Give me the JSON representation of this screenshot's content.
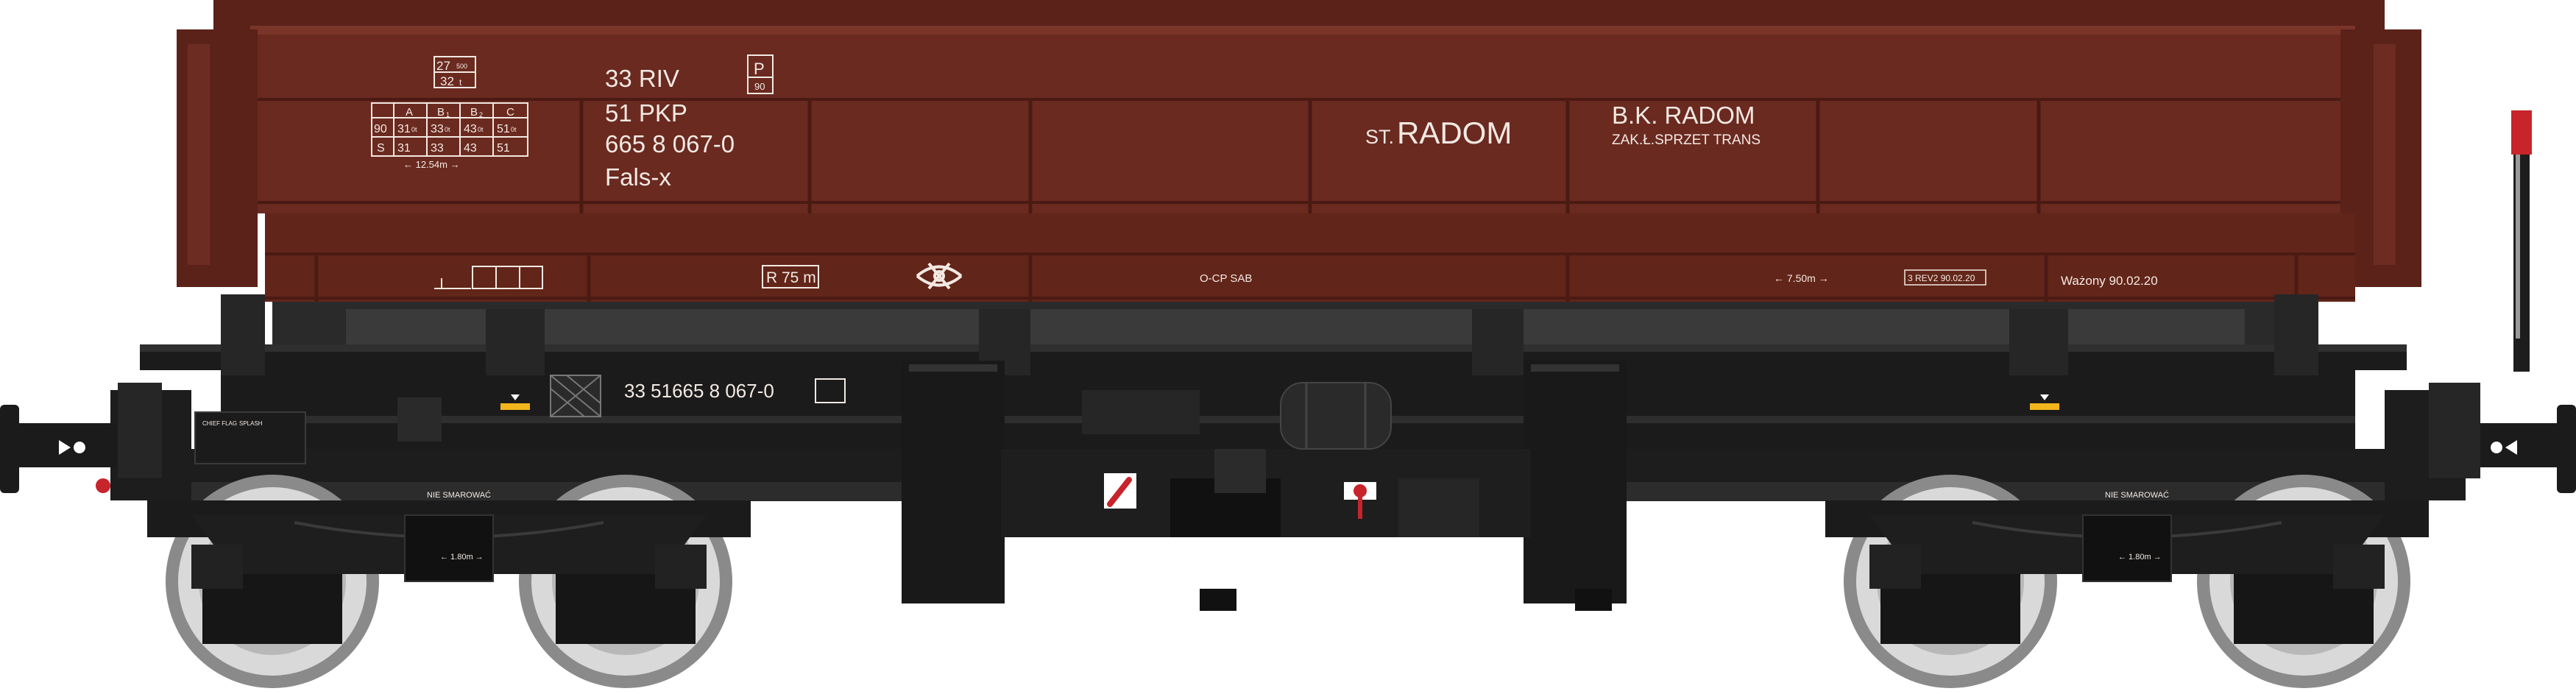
{
  "colors": {
    "body": "#6a2a20",
    "body_dark": "#4e1c15",
    "body_light": "#7d352a",
    "chassis": "#1b1b1b",
    "chassis_light": "#2e2e2e",
    "lettering": "#f3e9e3",
    "yellow_marker": "#f2b51c",
    "brake_red": "#c8242b"
  },
  "markings": {
    "load_table": {
      "top_1": "27",
      "top_1_sub": "500",
      "top_2": "32",
      "top_2_sub": "t",
      "cols": [
        "A",
        "B",
        "B",
        "C"
      ],
      "col_subs": [
        "",
        "1",
        "2",
        ""
      ],
      "row_labels": [
        "90",
        "S"
      ],
      "rows": [
        [
          "31",
          "33",
          "43",
          "51"
        ],
        [
          "31",
          "33",
          "43",
          "51"
        ]
      ],
      "unit": "0t",
      "length": "← 12.54m →"
    },
    "rid_box": {
      "letter": "P",
      "number": "90"
    },
    "ident": {
      "riv": "33 RIV",
      "pkp": "51 PKP",
      "number": "665 8 067-0",
      "type": "Fals-x"
    },
    "station": {
      "prefix": "ST.",
      "name": "RADOM"
    },
    "owner": {
      "line1": "B.K. RADOM",
      "line2": "ZAK.Ł.SPRZET TRANS"
    },
    "lower_band": {
      "radius": "R 75 m",
      "brake": "O-CP SAB",
      "distance": "← 7.50m →",
      "revision": "3 REV2 90.02.20",
      "weighed": "Ważony 90.02.20"
    },
    "frame_number": "33 51665 8 067-0",
    "bogie_label": "NIE SMAROWAĆ",
    "bogie_wheelbase": "← 1.80m →",
    "left_panel": [
      "CHIEF FLAG",
      "SPLASH"
    ]
  },
  "icons": [
    "hook-symbol-icon",
    "buffer-icon",
    "brake-handle-icon",
    "tail-lamp-icon"
  ]
}
